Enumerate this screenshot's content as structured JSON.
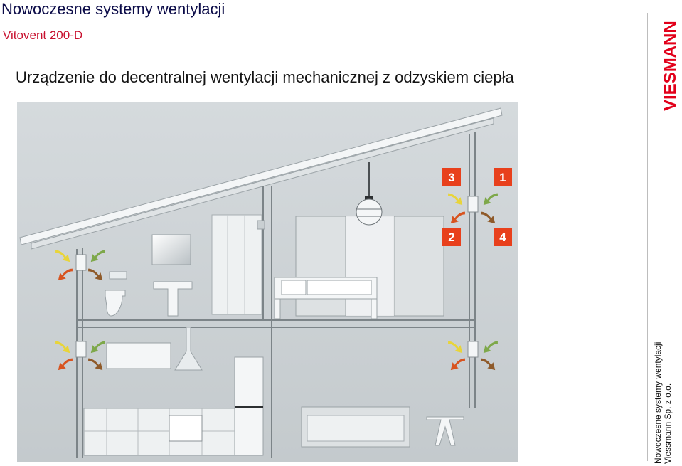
{
  "header": {
    "title": "Nowoczesne systemy wentylacji",
    "subtitle": "Vitovent 200-D",
    "description": "Urządzenie do decentralnej wentylacji mechanicznej z odzyskiem ciepła"
  },
  "logo": {
    "text": "VIESMANN"
  },
  "footer": {
    "line1": "Nowoczesne systemy wentylacji",
    "line2": "Viessmann Sp. z o.o."
  },
  "diagram": {
    "badges": [
      "3",
      "1",
      "2",
      "4"
    ]
  },
  "colors": {
    "title": "#0b0b48",
    "subtitle": "#c8102e",
    "logo": "#e2001a",
    "badge": "#e8401c",
    "arrow_yellow": "#e8d43a",
    "arrow_green": "#7ea84a",
    "arrow_red": "#d8531f",
    "arrow_brown": "#8f5a2a"
  }
}
